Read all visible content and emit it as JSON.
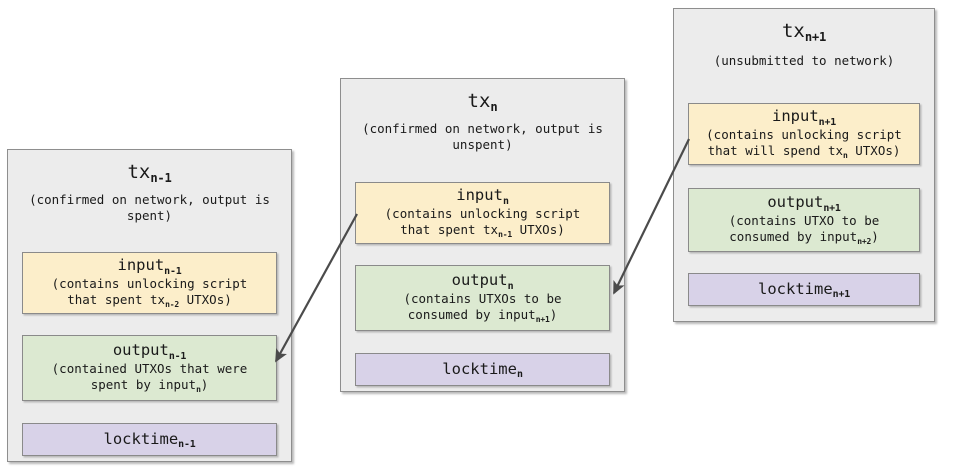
{
  "diagram": {
    "type": "bitcoin-transaction-chain",
    "background_color": "#ffffff",
    "box_fill": "#ececec",
    "colors": {
      "input_fill": "#fceeca",
      "output_fill": "#dce9d1",
      "locktime_fill": "#d8d2e8",
      "border": "#8a8a8a",
      "arrow": "#4b4b4b"
    }
  },
  "transactions": [
    {
      "id": "tx-n-minus-1",
      "title_base": "tx",
      "title_sub": "n-1",
      "subtitle": "(confirmed on network, output is spent)",
      "fields": [
        {
          "kind": "input",
          "title_base": "input",
          "title_sub": "n-1",
          "desc_lines": [
            {
              "pre": "(contains unlocking script",
              "sub": "",
              "post": ""
            },
            {
              "pre": "that spent tx",
              "sub": "n-2",
              "post": " UTXOs)"
            }
          ]
        },
        {
          "kind": "output",
          "title_base": "output",
          "title_sub": "n-1",
          "desc_lines": [
            {
              "pre": "(contained UTXOs that were",
              "sub": "",
              "post": ""
            },
            {
              "pre": "spent by input",
              "sub": "n",
              "post": ")"
            }
          ]
        },
        {
          "kind": "locktime",
          "title_base": "locktime",
          "title_sub": "n-1",
          "desc_lines": []
        }
      ]
    },
    {
      "id": "tx-n",
      "title_base": "tx",
      "title_sub": "n",
      "subtitle": "(confirmed on network, output is unspent)",
      "fields": [
        {
          "kind": "input",
          "title_base": "input",
          "title_sub": "n",
          "desc_lines": [
            {
              "pre": "(contains unlocking script",
              "sub": "",
              "post": ""
            },
            {
              "pre": "that spent tx",
              "sub": "n-1",
              "post": " UTXOs)"
            }
          ]
        },
        {
          "kind": "output",
          "title_base": "output",
          "title_sub": "n",
          "desc_lines": [
            {
              "pre": "(contains UTXOs to be",
              "sub": "",
              "post": ""
            },
            {
              "pre": "consumed by input",
              "sub": "n+1",
              "post": ")"
            }
          ]
        },
        {
          "kind": "locktime",
          "title_base": "locktime",
          "title_sub": "n",
          "desc_lines": []
        }
      ]
    },
    {
      "id": "tx-n-plus-1",
      "title_base": "tx",
      "title_sub": "n+1",
      "subtitle": "(unsubmitted to network)",
      "fields": [
        {
          "kind": "input",
          "title_base": "input",
          "title_sub": "n+1",
          "desc_lines": [
            {
              "pre": "(contains unlocking script",
              "sub": "",
              "post": ""
            },
            {
              "pre": "that will spend tx",
              "sub": "n",
              "post": " UTXOs)"
            }
          ]
        },
        {
          "kind": "output",
          "title_base": "output",
          "title_sub": "n+1",
          "desc_lines": [
            {
              "pre": "(contains UTXO to be",
              "sub": "",
              "post": ""
            },
            {
              "pre": "consumed by input",
              "sub": "n+2",
              "post": ")"
            }
          ]
        },
        {
          "kind": "locktime",
          "title_base": "locktime",
          "title_sub": "n+1",
          "desc_lines": []
        }
      ]
    }
  ],
  "arrows": [
    {
      "id": "arrow-input-n-to-output-n-minus-1",
      "from": "input_n",
      "to": "output_n-1"
    },
    {
      "id": "arrow-input-n-plus-1-to-output-n",
      "from": "input_n+1",
      "to": "output_n"
    }
  ]
}
